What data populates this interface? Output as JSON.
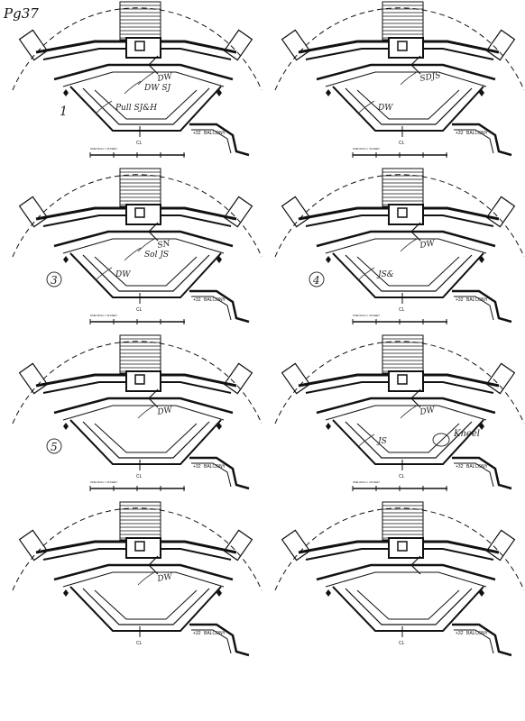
{
  "page": {
    "label": "Pg37"
  },
  "colors": {
    "ink": "#111111",
    "paper": "#ffffff",
    "pencil": "#333333"
  },
  "printed": {
    "balcony": "BALCONY",
    "balcony_level": "+32",
    "centerline": "CL",
    "scale_caption": "ONE INCH = 16 FEET"
  },
  "frames": [
    {
      "id": 1,
      "position": "top-left",
      "number": "1",
      "notes": [
        "DW",
        "Pull SJ&H",
        "DW SJ"
      ],
      "symbol": ""
    },
    {
      "id": 2,
      "position": "top-right",
      "number": "",
      "notes": [
        "SDJS",
        "DW"
      ],
      "symbol": ""
    },
    {
      "id": 3,
      "position": "row2-left",
      "number": "3",
      "notes": [
        "SN",
        "DW",
        "Sol JS"
      ],
      "symbol": ""
    },
    {
      "id": 4,
      "position": "row2-right",
      "number": "4",
      "notes": [
        "DW",
        "JS&"
      ],
      "symbol": ""
    },
    {
      "id": 5,
      "position": "row3-left",
      "number": "5",
      "notes": [
        "DW"
      ],
      "symbol": ""
    },
    {
      "id": 6,
      "position": "row3-right",
      "number": "",
      "notes": [
        "DW",
        "JS"
      ],
      "symbol": "Kneel"
    },
    {
      "id": 7,
      "position": "row4-left",
      "number": "",
      "notes": [
        "DW"
      ],
      "symbol": ""
    },
    {
      "id": 8,
      "position": "row4-right",
      "number": "",
      "notes": [],
      "symbol": ""
    }
  ]
}
